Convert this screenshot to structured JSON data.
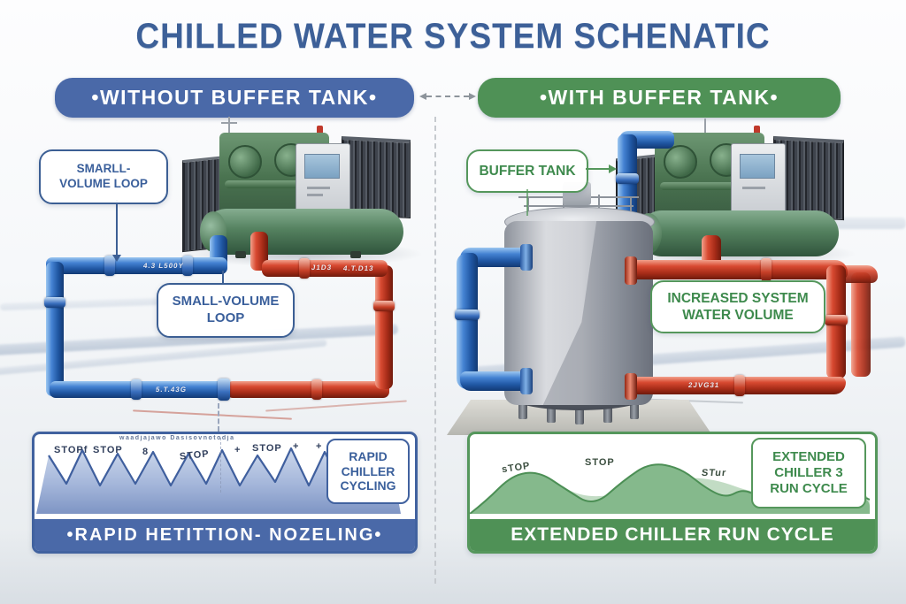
{
  "title": "CHILLED WATER SYSTEM SCHENATIC",
  "left": {
    "header": "•WITHOUT BUFFER TANK•",
    "callout_loop_top": [
      "SMARLL-",
      "VOLUME LOOP"
    ],
    "callout_loop_mid": [
      "SMALL-VOLUME",
      "LOOP"
    ],
    "pipe_labels": {
      "supply_top": "4.3 L500Y",
      "return_top_a": "J1D3",
      "return_top_b": "4.T.D13",
      "bottom_joint": "5.T.43G"
    },
    "chart": {
      "type": "area",
      "series": "rapid chiller on/off cycles (sawtooth)",
      "caption_garbled": "waadjajawo Dasisovnotodja",
      "stop_labels": [
        "STOPf",
        "STOP",
        "8",
        "STOP",
        "+",
        "STOP",
        "+",
        "+"
      ],
      "side_box": [
        "RAPID",
        "CHILLER",
        "CYCLING"
      ],
      "banner": "•RAPID HETITTION- NOZELING•",
      "points": [
        [
          2,
          90
        ],
        [
          16,
          24
        ],
        [
          36,
          56
        ],
        [
          54,
          18
        ],
        [
          74,
          58
        ],
        [
          94,
          22
        ],
        [
          114,
          56
        ],
        [
          134,
          20
        ],
        [
          154,
          58
        ],
        [
          174,
          22
        ],
        [
          194,
          56
        ],
        [
          212,
          18
        ],
        [
          232,
          58
        ],
        [
          252,
          24
        ],
        [
          272,
          54
        ],
        [
          290,
          16
        ],
        [
          310,
          58
        ],
        [
          328,
          20
        ],
        [
          346,
          56
        ],
        [
          364,
          18
        ],
        [
          386,
          60
        ],
        [
          402,
          26
        ],
        [
          414,
          90
        ]
      ]
    }
  },
  "right": {
    "header": "•WITH BUFFER TANK•",
    "callout_buffer": "BUFFER TANK",
    "callout_increased": [
      "INCREASED SYSTEM",
      "WATER VOLUME"
    ],
    "pipe_labels": {
      "bottom_return": "2JVG31"
    },
    "chart": {
      "type": "area",
      "series": "extended chiller run cycles (rolling hills)",
      "stop_labels": [
        "sTOP",
        "STOP",
        "STur"
      ],
      "side_box": [
        "EXTENDED",
        "CHILLER 3",
        "RUN CYCLE"
      ],
      "banner": "EXTENDED CHILLER RUN CYCLE",
      "hills_front": [
        [
          0,
          90
        ],
        [
          18,
          76
        ],
        [
          48,
          46
        ],
        [
          78,
          42
        ],
        [
          108,
          62
        ],
        [
          140,
          82
        ],
        [
          174,
          52
        ],
        [
          204,
          32
        ],
        [
          238,
          38
        ],
        [
          268,
          62
        ],
        [
          290,
          72
        ],
        [
          308,
          62
        ],
        [
          326,
          70
        ],
        [
          350,
          52
        ],
        [
          378,
          42
        ],
        [
          404,
          50
        ],
        [
          428,
          64
        ],
        [
          452,
          74
        ],
        [
          452,
          90
        ]
      ],
      "hills_back": [
        [
          0,
          90
        ],
        [
          35,
          60
        ],
        [
          85,
          48
        ],
        [
          135,
          76
        ],
        [
          205,
          56
        ],
        [
          265,
          46
        ],
        [
          335,
          72
        ],
        [
          400,
          54
        ],
        [
          452,
          66
        ],
        [
          452,
          90
        ]
      ]
    }
  },
  "colors": {
    "header_blue": "#4a69a8",
    "header_green": "#4f9156",
    "title_text": "#3d6098",
    "label_blue": "#3a5f9b",
    "label_green": "#3e8a4d",
    "pipe_blue": "#2f6fc4",
    "pipe_red": "#c9391f",
    "chart_fill_blue": "#9db1d6",
    "chart_fill_green": "#85b98c"
  }
}
